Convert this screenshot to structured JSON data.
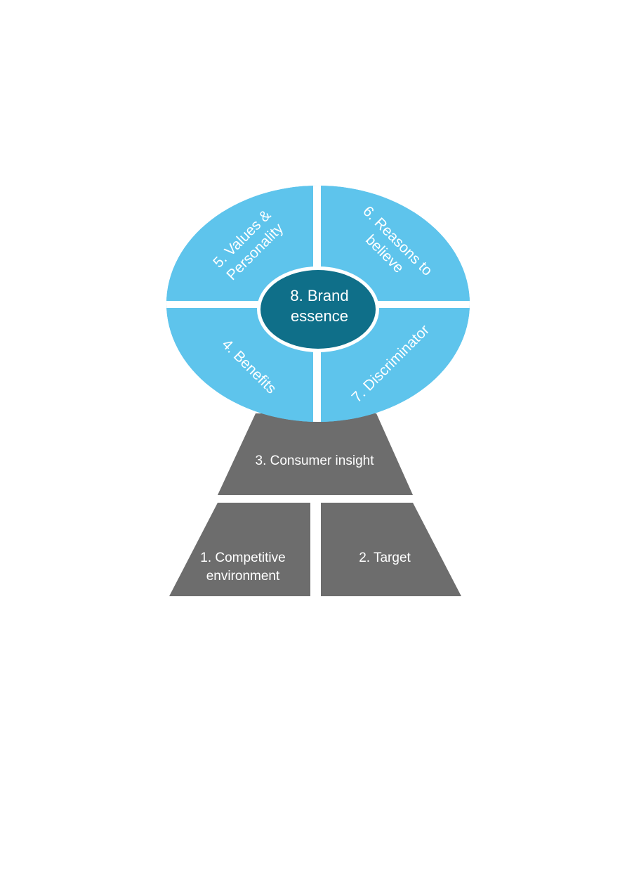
{
  "diagram": {
    "colors": {
      "segment_fill": "#5ec4ec",
      "center_fill": "#0f6f89",
      "base_fill": "#6d6d6d",
      "separator": "#ffffff",
      "text": "#ffffff"
    },
    "segments": {
      "values_personality": {
        "line1": "5. Values &",
        "line2": "Personality"
      },
      "reasons_to_believe": {
        "line1": "6. Reasons to",
        "line2": "believe"
      },
      "benefits": {
        "label": "4. Benefits"
      },
      "discriminator": {
        "label": "7. Discriminator"
      }
    },
    "center": {
      "line1": "8. Brand",
      "line2": "essence"
    },
    "base": {
      "consumer_insight": {
        "label": "3. Consumer insight"
      },
      "competitive_environment": {
        "line1": "1.   Competitive",
        "line2": "environment"
      },
      "target": {
        "label": "2. Target"
      }
    }
  }
}
